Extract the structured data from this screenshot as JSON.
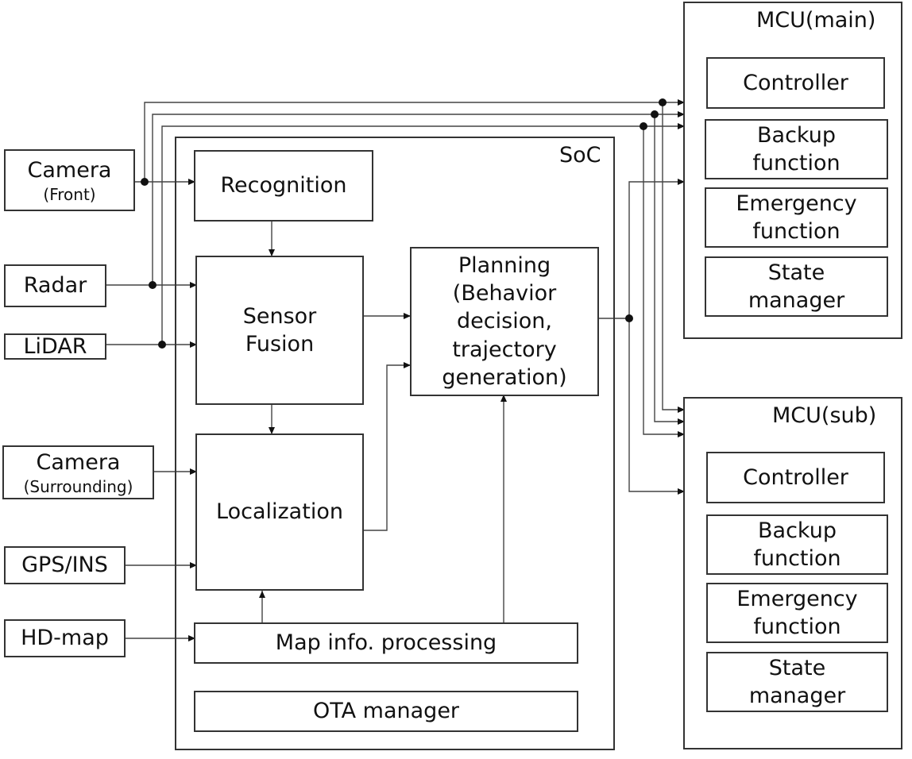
{
  "inputs": {
    "camera_front": {
      "label": "Camera",
      "sub": "(Front)"
    },
    "radar": {
      "label": "Radar"
    },
    "lidar": {
      "label": "LiDAR"
    },
    "camera_surround": {
      "label": "Camera",
      "sub": "(Surrounding)"
    },
    "gps": {
      "label": "GPS/INS"
    },
    "hdmap": {
      "label": "HD-map"
    }
  },
  "soc": {
    "title": "SoC",
    "recognition": "Recognition",
    "sensor_fusion": {
      "line1": "Sensor",
      "line2": "Fusion"
    },
    "localization": "Localization",
    "planning": {
      "line1": "Planning",
      "line2": "(Behavior",
      "line3": "decision,",
      "line4": "trajectory",
      "line5": "generation)"
    },
    "map_processing": "Map info. processing",
    "ota": "OTA manager"
  },
  "mcu_main": {
    "title": "MCU(main)",
    "controller": "Controller",
    "backup": {
      "line1": "Backup",
      "line2": "function"
    },
    "emergency": {
      "line1": "Emergency",
      "line2": "function"
    },
    "state": {
      "line1": "State",
      "line2": "manager"
    }
  },
  "mcu_sub": {
    "title": "MCU(sub)",
    "controller": "Controller",
    "backup": {
      "line1": "Backup",
      "line2": "function"
    },
    "emergency": {
      "line1": "Emergency",
      "line2": "function"
    },
    "state": {
      "line1": "State",
      "line2": "manager"
    }
  }
}
